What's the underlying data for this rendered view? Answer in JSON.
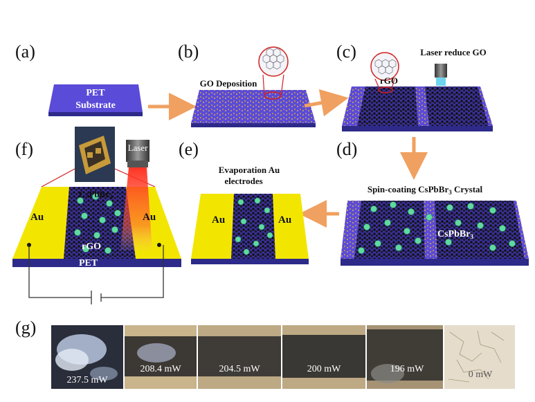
{
  "panels": {
    "a": {
      "label": "(a)",
      "substrate_line1": "PET",
      "substrate_line2": "Substrate"
    },
    "b": {
      "label": "(b)",
      "caption": "GO Deposition"
    },
    "c": {
      "label": "(c)",
      "caption": "Laser reduce GO",
      "rgo": "rGO"
    },
    "d": {
      "label": "(d)",
      "caption": "Spin-coating CsPbBr",
      "caption_sub": "3",
      "caption_tail": " Crystal",
      "crystal": "CsPbBr",
      "crystal_sub": "3"
    },
    "e": {
      "label": "(e)",
      "caption_line1": "Evaporation Au",
      "caption_line2": "electrodes",
      "au_left": "Au",
      "au_right": "Au"
    },
    "f": {
      "label": "(f)",
      "laser": "Laser",
      "crystal": "CsPbBr",
      "crystal_sub": "3",
      "au_left": "Au",
      "au_right": "Au",
      "rgo": "rGO",
      "pet": "PET"
    },
    "g": {
      "label": "(g)",
      "powers": [
        "237.5 mW",
        "208.4 mW",
        "204.5 mW",
        "200 mW",
        "196 mW",
        "0 mW"
      ]
    }
  },
  "colors": {
    "substrate": "#5b4bd9",
    "substrate_side": "#2d2a8a",
    "gold": "#f2e600",
    "arrow": "#f0a060",
    "crystal": "#5fd9a0",
    "laser": "#e02020"
  }
}
